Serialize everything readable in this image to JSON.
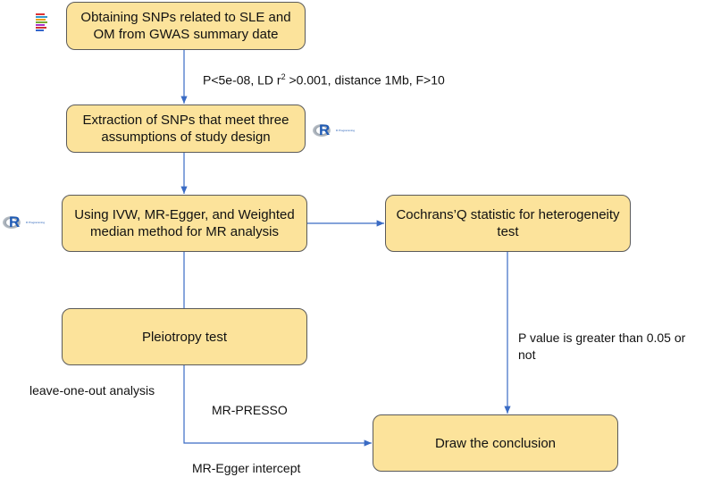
{
  "boxes": {
    "obtain": "Obtaining SNPs related to SLE and OM from GWAS summary date",
    "extract": "Extraction of SNPs that meet three assumptions of study design",
    "methods": "Using IVW, MR-Egger, and Weighted median method for MR analysis",
    "cochran": "Cochrans’Q statistic for heterogeneity test",
    "pleiotropy": "Pleiotropy test",
    "conclusion": "Draw the conclusion"
  },
  "labels": {
    "criteria_pre": "P<5e-08, LD r",
    "criteria_sup": "2",
    "criteria_post": " >0.001, distance 1Mb, F>10",
    "pvalue_line1": "P value is greater than 0.05 or",
    "pvalue_line2": "not",
    "loo": "leave-one-out analysis",
    "presso": "MR-PRESSO",
    "egger": "MR-Egger intercept"
  },
  "logos": {
    "r_letter": "R",
    "r_caption": "R Programming"
  },
  "colors": {
    "box_fill": "#fce39b",
    "box_border": "#5a5a5a",
    "arrow": "#3a6bc4"
  }
}
